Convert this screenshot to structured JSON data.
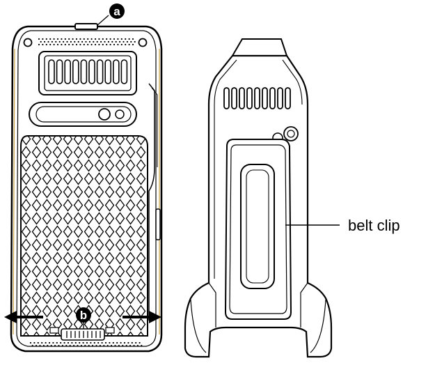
{
  "callouts": {
    "top_marker": "a",
    "bottom_marker": "b",
    "belt_clip_label": "belt clip"
  },
  "colors": {
    "line": "#000000",
    "accent_edge": "#c8a040",
    "background": "#ffffff"
  }
}
